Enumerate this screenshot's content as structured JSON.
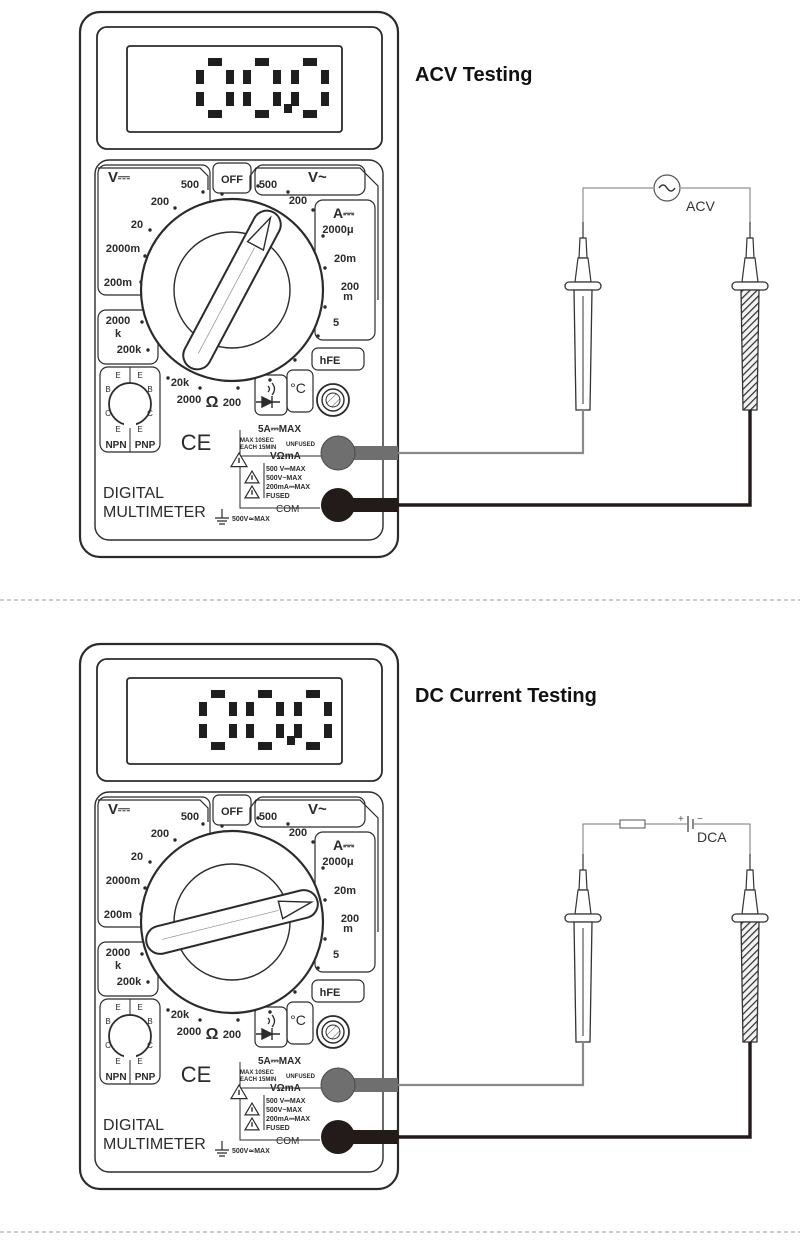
{
  "panels": [
    {
      "heading": "ACV Testing",
      "display": "00.0",
      "source_label": "ACV",
      "source_type": "ac",
      "knob": "acv"
    },
    {
      "heading": "DC Current Testing",
      "display": "00.0",
      "source_label": "DCA",
      "source_type": "dc",
      "knob": "dca"
    }
  ],
  "meter": {
    "top_left": [
      {
        "id": "vdc",
        "text": "V⎓"
      },
      {
        "id": "v500a",
        "text": "500"
      },
      {
        "id": "v200a",
        "text": "200"
      },
      {
        "id": "v20",
        "text": "20"
      },
      {
        "id": "v2000m",
        "text": "2000m"
      },
      {
        "id": "v200m",
        "text": "200m"
      },
      {
        "id": "o2000k",
        "text": "2000"
      },
      {
        "id": "o2000k_k",
        "text": "k"
      },
      {
        "id": "o200k",
        "text": "200k"
      },
      {
        "id": "o20k",
        "text": "20k"
      },
      {
        "id": "o2000",
        "text": "2000"
      },
      {
        "id": "ohm",
        "text": "Ω"
      },
      {
        "id": "o200",
        "text": "200"
      }
    ],
    "top_right": [
      {
        "id": "off",
        "text": "OFF"
      },
      {
        "id": "vac",
        "text": "V~"
      },
      {
        "id": "v500b",
        "text": "500"
      },
      {
        "id": "v200b",
        "text": "200"
      },
      {
        "id": "adc",
        "text": "A⎓"
      },
      {
        "id": "a2000u",
        "text": "2000μ"
      },
      {
        "id": "a20m",
        "text": "20m"
      },
      {
        "id": "a200m",
        "text": "200"
      },
      {
        "id": "a200m_m",
        "text": "m"
      },
      {
        "id": "a5",
        "text": "5"
      },
      {
        "id": "hfe",
        "text": "hFE"
      },
      {
        "id": "degc",
        "text": "°C"
      }
    ],
    "transistor": {
      "npn": "NPN",
      "pnp": "PNP",
      "e": "E",
      "b": "B",
      "c": "C"
    },
    "ce_mark": "CE",
    "brand_line1": "DIGITAL",
    "brand_line2": "MULTIMETER",
    "jack_5a": "5A⎓MAX",
    "max_10sec": "MAX 10SEC",
    "each_15min": "EACH 15MIN",
    "unfused": "UNFUSED",
    "jack_vma": "VΩmA",
    "rating_500vdc": "500 V⎓MAX",
    "rating_500vac": "500V~MAX",
    "rating_200ma": "200mA⎓MAX",
    "fused": "FUSED",
    "jack_com": "COM",
    "com_rating": "500V≃MAX"
  },
  "colors": {
    "outline": "#2b2b2b",
    "red_lead": "#8a8a8a",
    "black_lead": "#231a1a",
    "divider": "#9a9a9a"
  }
}
